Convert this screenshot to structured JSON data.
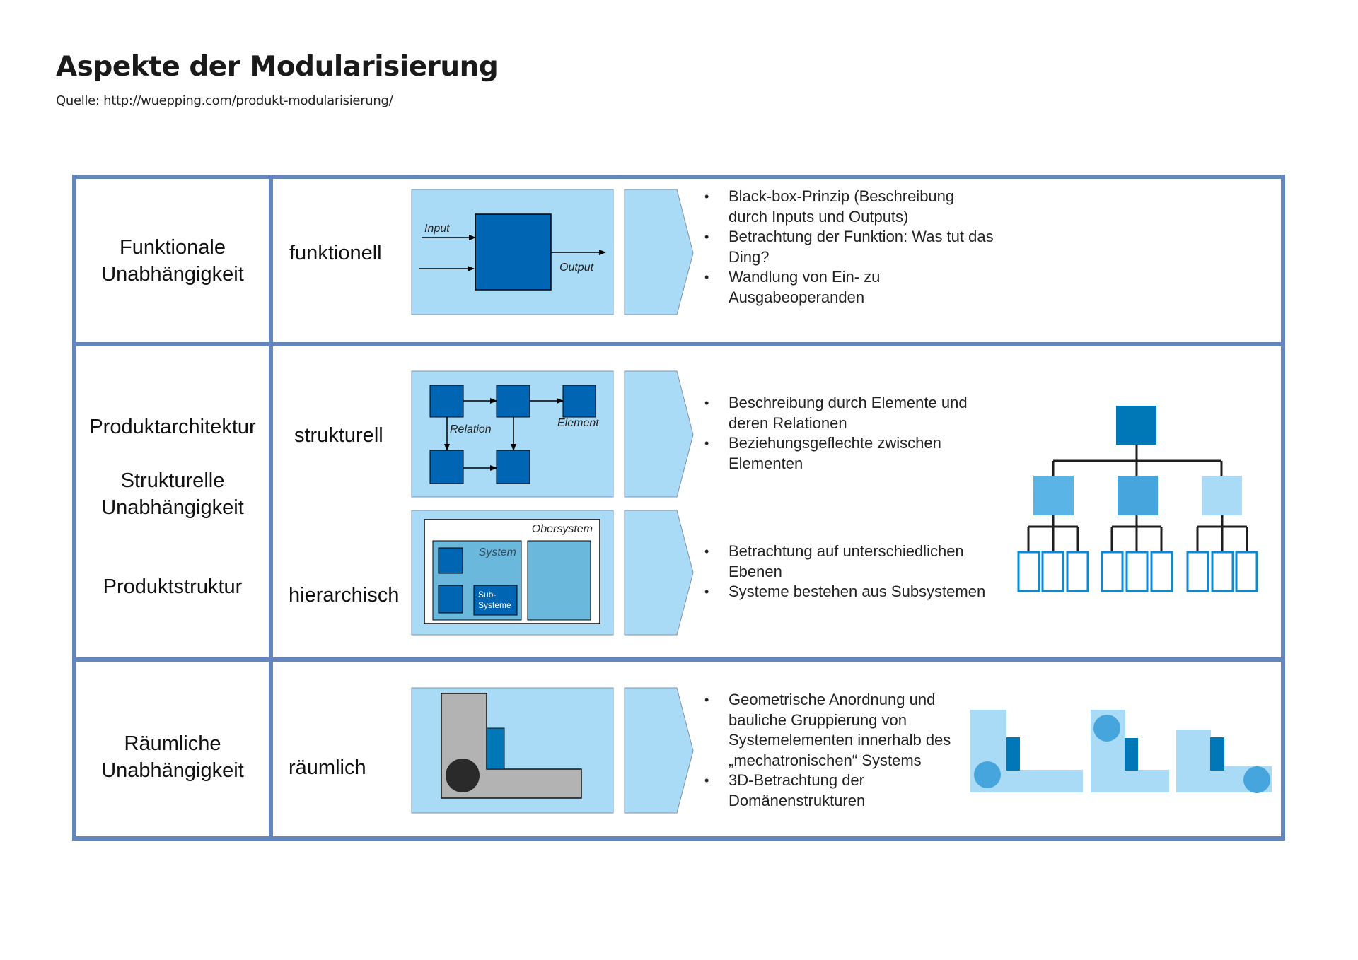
{
  "header": {
    "title": "Aspekte der Modularisierung",
    "source": "Quelle: http://wuepping.com/produkt-modularisierung/"
  },
  "colors": {
    "frame": "#6585bd",
    "diagram_bg": "#a9dbf7",
    "element_dark": "#0066b3",
    "tree_root": "#0078b7",
    "tree_mid_1": "#5ab4e5",
    "tree_mid_2": "#45a5dc",
    "tree_mid_3": "#a9dbf7",
    "leaf_border": "#0a8ad6",
    "system_fill": "#6ab8dc",
    "gray_part": "#b3b3b3",
    "dark_circle": "#2a2a2a"
  },
  "rows": [
    {
      "left_label": [
        "Funktionale",
        "Unabhängigkeit"
      ],
      "aspect": "funktionell",
      "diagram": {
        "input_label": "Input",
        "output_label": "Output"
      },
      "bullets": [
        "Black-box-Prinzip (Beschreibung durch Inputs und Outputs)",
        "Betrachtung der Funktion: Was tut das Ding?",
        "Wandlung von Ein- zu Ausgabeoperanden"
      ]
    },
    {
      "left_labels": {
        "top": "Produktarchitektur",
        "middle": [
          "Strukturelle",
          "Unabhängigkeit"
        ],
        "bottom": "Produktstruktur"
      },
      "sub": [
        {
          "aspect": "strukturell",
          "diagram": {
            "relation_label": "Relation",
            "element_label": "Element"
          },
          "bullets": [
            "Beschreibung durch Elemente und deren Relationen",
            "Beziehungsgeflechte zwischen Elementen"
          ]
        },
        {
          "aspect": "hierarchisch",
          "diagram": {
            "top_label": "Obersystem",
            "system_label": "System",
            "sub_label_1": "Sub-",
            "sub_label_2": "Systeme"
          },
          "bullets": [
            "Betrachtung auf unterschiedlichen Ebenen",
            "Systeme bestehen aus Subsystemen"
          ]
        }
      ]
    },
    {
      "left_label": [
        "Räumliche",
        "Unabhängigkeit"
      ],
      "aspect": "räumlich",
      "bullets": [
        "Geometrische Anordnung und bauliche Gruppierung von Systemelementen innerhalb des „mechatronischen“ Systems",
        "3D-Betrachtung der Domänenstrukturen"
      ]
    }
  ]
}
